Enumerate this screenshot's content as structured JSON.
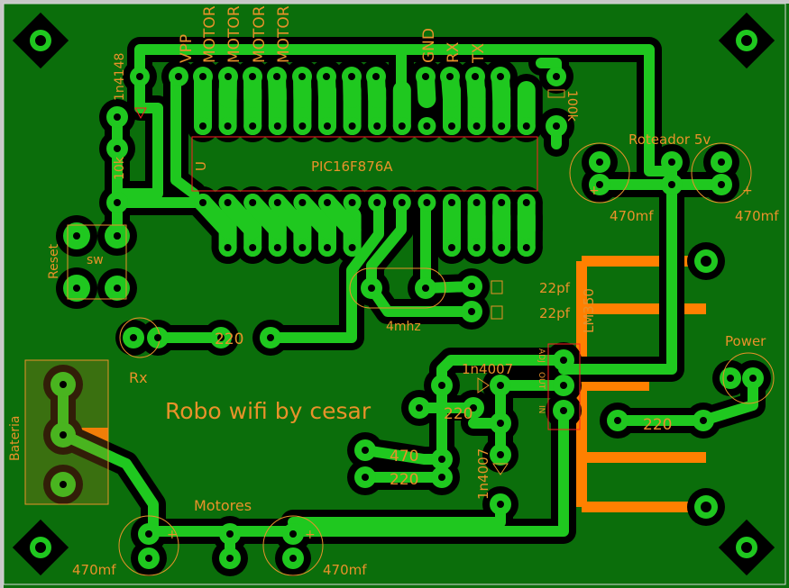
{
  "board": {
    "title": "Robo wifi by cesar",
    "colors": {
      "board": "#0b6e0b",
      "copper": "#1fc81f",
      "clearance": "#000000",
      "silk": "#e8922a",
      "bottom_copper": "#ff8000",
      "outline": "#ff2020"
    }
  },
  "labels": {
    "ic": "PIC16F876A",
    "ic_marker": "U",
    "vpp": "VPP",
    "motor1": "MOTOR",
    "motor2": "MOTOR",
    "motor3": "MOTOR",
    "motor4": "MOTOR",
    "gnd": "GND",
    "rx_pin": "RX",
    "tx_pin": "TX",
    "diode_1n4148": "1n4148",
    "res_10k": "10k",
    "res_100k": "100k",
    "reset": "Reset",
    "sw": "sw",
    "crystal": "4mhz",
    "cap1": "22pf",
    "cap2": "22pf",
    "rx_conn": "Rx",
    "res_rx": "220",
    "roteador": "Roteador 5v",
    "cap_rot1": "470mf",
    "cap_rot2": "470mf",
    "lm350": "LM350",
    "lm_adj": "ADJ",
    "lm_out": "OUT",
    "lm_in": "IN",
    "power": "Power",
    "res_power": "220",
    "diode_top": "1n4007",
    "diode_bottom": "1n4007",
    "res_mid": "220",
    "res_470": "470",
    "res_220b": "220",
    "bateria": "Bateria",
    "motores": "Motores",
    "cap_mot1": "470mf",
    "cap_mot2": "470mf",
    "plus1": "+",
    "plus2": "+",
    "plus3": "+",
    "plus4": "+"
  }
}
